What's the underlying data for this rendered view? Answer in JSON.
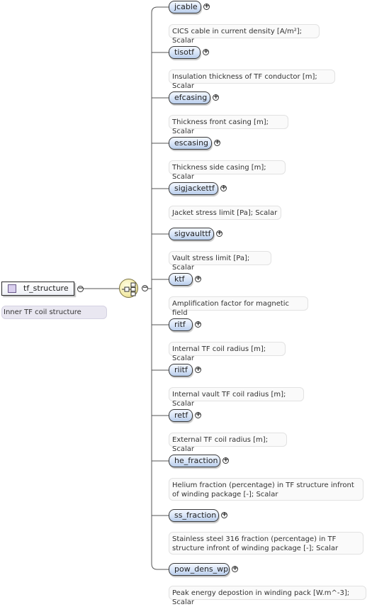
{
  "root": {
    "name": "tf_structure",
    "description": "Inner TF coil structure"
  },
  "children": [
    {
      "name": "jcable",
      "description": "CICS cable in current density [A/m²]; Scalar"
    },
    {
      "name": "tisotf",
      "description": "Insulation thickness of TF conductor [m]; Scalar"
    },
    {
      "name": "efcasing",
      "description": "Thickness front casing [m]; Scalar"
    },
    {
      "name": "escasing",
      "description": "Thickness side casing [m]; Scalar"
    },
    {
      "name": "sigjackettf",
      "description": "Jacket stress limit [Pa]; Scalar"
    },
    {
      "name": "sigvaulttf",
      "description": "Vault stress limit [Pa]; Scalar"
    },
    {
      "name": "ktf",
      "description": "Amplification factor for magnetic field"
    },
    {
      "name": "ritf",
      "description": "Internal TF coil radius [m]; Scalar"
    },
    {
      "name": "riitf",
      "description": "Internal vault TF coil radius [m]; Scalar"
    },
    {
      "name": "retf",
      "description": "External TF coil radius [m]; Scalar"
    },
    {
      "name": "he_fraction",
      "description": "Helium fraction (percentage) in TF structure infront of winding package [-]; Scalar"
    },
    {
      "name": "ss_fraction",
      "description": "Stainless steel 316 fraction (percentage) in TF structure infront of winding package [-]; Scalar"
    },
    {
      "name": "pow_dens_wp",
      "description": "Peak energy depostion in winding pack [W.m^-3]; Scalar"
    }
  ]
}
